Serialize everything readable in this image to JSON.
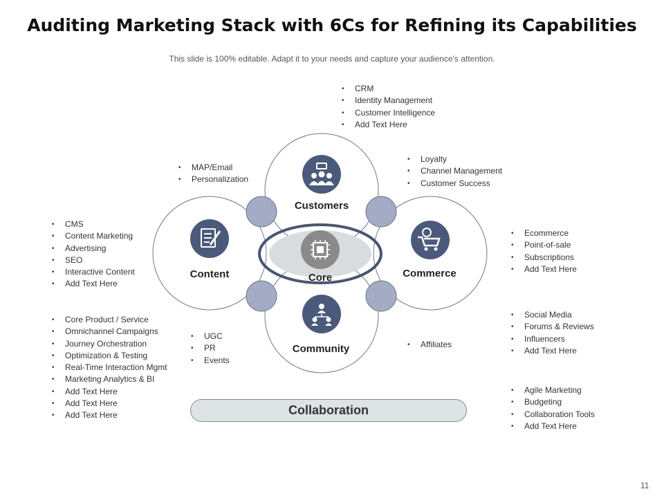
{
  "title": "Auditing Marketing Stack with 6Cs for Refining its Capabilities",
  "subtitle": "This slide is 100% editable. Adapt it to your needs and capture your audience's attention.",
  "page_number": "11",
  "nodes": {
    "customers": {
      "label": "Customers",
      "icon": "people-basket-icon"
    },
    "content": {
      "label": "Content",
      "icon": "document-pen-icon"
    },
    "commerce": {
      "label": "Commerce",
      "icon": "shopping-cart-icon"
    },
    "community": {
      "label": "Community",
      "icon": "network-people-icon"
    },
    "core": {
      "label": "Core",
      "icon": "chip-icon"
    }
  },
  "collaboration": "Collaboration",
  "lists": {
    "customers_top": [
      "CRM",
      "Identity Management",
      "Customer Intelligence",
      "Add Text Here"
    ],
    "customers_content": [
      "MAP/Email",
      "Personalization"
    ],
    "customers_commerce": [
      "Loyalty",
      "Channel Management",
      "Customer Success"
    ],
    "content": [
      "CMS",
      "Content Marketing",
      "Advertising",
      "SEO",
      "Interactive Content",
      "Add Text Here"
    ],
    "commerce": [
      "Ecommerce",
      "Point-of-sale",
      "Subscriptions",
      "Add Text Here"
    ],
    "core": [
      "Core Product / Service",
      "Omnichannel Campaigns",
      "Journey Orchestration",
      "Optimization & Testing",
      "Real-Time Interaction Mgmt",
      "Marketing Analytics & BI",
      "Add Text Here",
      "Add Text Here",
      "Add Text Here"
    ],
    "content_community": [
      "UGC",
      "PR",
      "Events"
    ],
    "commerce_community": [
      "Affiliates"
    ],
    "community": [
      "Social Media",
      "Forums & Reviews",
      "Influencers",
      "Add Text Here"
    ],
    "collaboration": [
      "Agile Marketing",
      "Budgeting",
      "Collaboration Tools",
      "Add Text Here"
    ]
  },
  "colors": {
    "icon_circle": "#4b5a7a",
    "overlap": "#a3acc4",
    "outline": "#5b6b78",
    "core_ring": "#4a5570"
  }
}
